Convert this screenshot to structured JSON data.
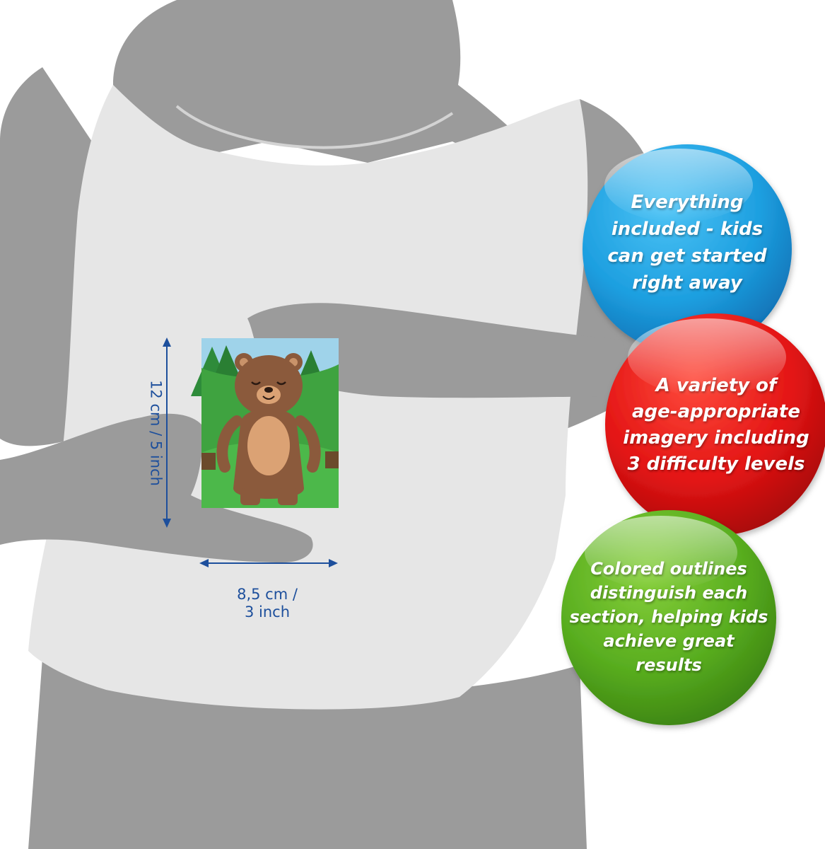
{
  "dimensions": {
    "height_label": "12 cm / 5 inch",
    "width_label": "8,5 cm /\n3 inch"
  },
  "badges": [
    {
      "id": "blue",
      "text": "Everything\nincluded - kids\ncan get started\nright away",
      "color": "#1d9fe0"
    },
    {
      "id": "red",
      "text": "A variety of\nage-appropriate\nimagery including\n3 difficulty levels",
      "color": "#e31414"
    },
    {
      "id": "green",
      "text": "Colored outlines\ndistinguish each\nsection, helping kids\nachieve great\nresults",
      "color": "#58ad1f"
    }
  ],
  "colors": {
    "silhouette_dark": "#9b9b9b",
    "silhouette_shirt": "#e6e6e6",
    "dimension_lines": "#1d4f9c"
  }
}
